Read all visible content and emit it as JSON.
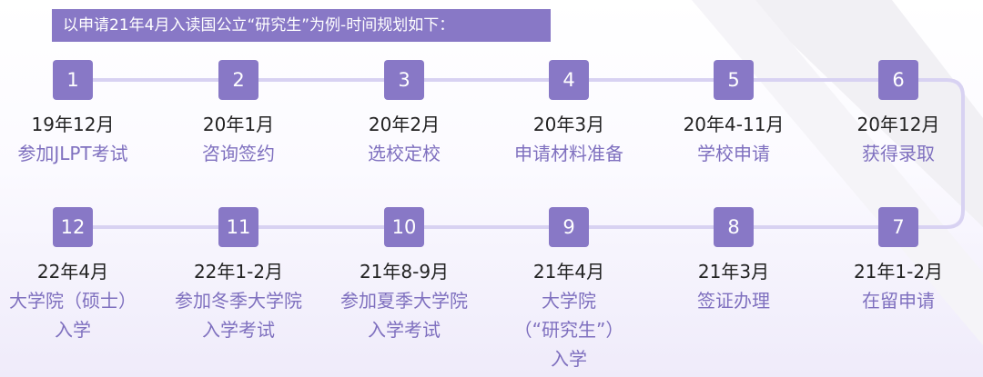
{
  "header": {
    "text": "以申请21年4月入读国公立“研究生”为例-时间规划如下："
  },
  "colors": {
    "accent": "#8878c6",
    "task_text": "#7f70bf",
    "date_text": "#222222",
    "line": "#d8d2f2"
  },
  "steps": [
    {
      "num": "1",
      "date": "19年12月",
      "task": "参加JLPT考试"
    },
    {
      "num": "2",
      "date": "20年1月",
      "task": "咨询签约"
    },
    {
      "num": "3",
      "date": "20年2月",
      "task": "选校定校"
    },
    {
      "num": "4",
      "date": "20年3月",
      "task": "申请材料准备"
    },
    {
      "num": "5",
      "date": "20年4-11月",
      "task": "学校申请"
    },
    {
      "num": "6",
      "date": "20年12月",
      "task": "获得录取"
    },
    {
      "num": "7",
      "date": "21年1-2月",
      "task": "在留申请"
    },
    {
      "num": "8",
      "date": "21年3月",
      "task": "签证办理"
    },
    {
      "num": "9",
      "date": "21年4月",
      "task": "大学院\n（“研究生”）\n入学"
    },
    {
      "num": "10",
      "date": "21年8-9月",
      "task": "参加夏季大学院\n入学考试"
    },
    {
      "num": "11",
      "date": "22年1-2月",
      "task": "参加冬季大学院\n入学考试"
    },
    {
      "num": "12",
      "date": "22年4月",
      "task": "大学院（硕士）\n入学"
    }
  ]
}
